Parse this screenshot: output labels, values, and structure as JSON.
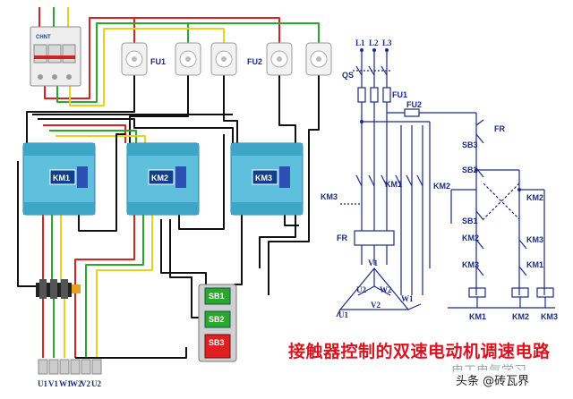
{
  "title": "接触器控制的双速电动机调速电路",
  "watermark": "头条 @砖瓦界",
  "watermark_back": "电工电气学习",
  "physical": {
    "breaker_brand": "CHNT",
    "fuse_labels": [
      "FU1",
      "FU2"
    ],
    "contactor_labels": [
      "KM1",
      "KM2",
      "KM3"
    ],
    "button_labels": [
      "SB1",
      "SB2",
      "SB3"
    ],
    "terminal_labels": [
      "U1",
      "V1",
      "W1",
      "W2",
      "V2",
      "U2"
    ]
  },
  "schematic": {
    "phases": [
      "L1",
      "L2",
      "L3"
    ],
    "qs": "QS",
    "fu1": "FU1",
    "fu2": "FU2",
    "fr": "FR",
    "fr_ctrl": "FR",
    "sb3": "SB3",
    "sb2": "SB2",
    "sb1": "SB1",
    "km3_main": "KM3",
    "km1_main": "KM1",
    "km2_main": "KM2",
    "km2_c1": "KM2",
    "km2_c2": "KM2",
    "km3_c1": "KM3",
    "km1_c1": "KM1",
    "km3_c2": "KM3",
    "km1_coil": "KM1",
    "km2_coil": "KM2",
    "km3_coil": "KM3",
    "motor": {
      "v1": "V1",
      "u2": "U2",
      "w2": "W2",
      "v2": "V2",
      "w1": "W1",
      "u1": "U1"
    }
  },
  "colors": {
    "title": "#d9141f",
    "schematic": "#1b2a8a",
    "contactor": "#5fc0de",
    "wire_red": "#e02020",
    "wire_green": "#2aa82a",
    "wire_yellow": "#e8d21a"
  }
}
